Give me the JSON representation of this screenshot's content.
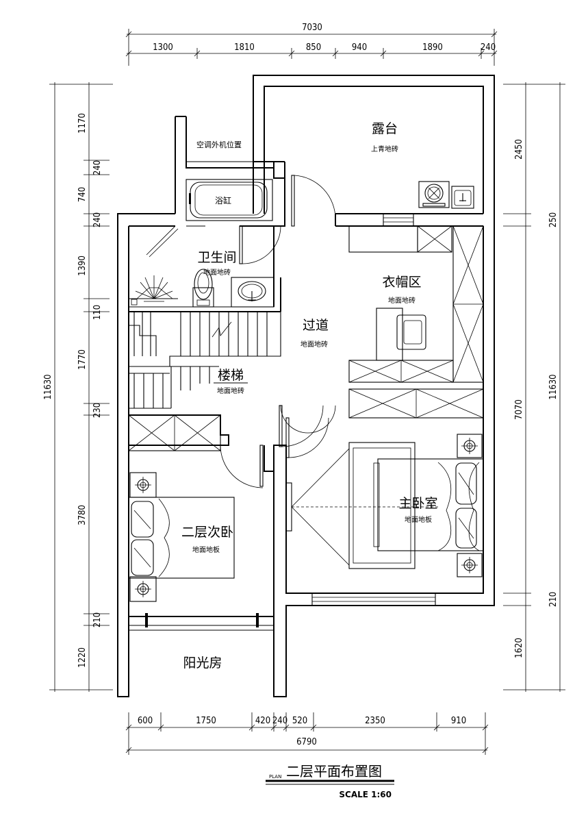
{
  "title": {
    "prefix": "PLAN",
    "text": "二层平面布置图",
    "scale": "SCALE 1:60"
  },
  "rooms": {
    "terrace": {
      "name": "露台",
      "floor": "上青地砖"
    },
    "ac_shelf": {
      "name": "空调外机位置"
    },
    "bathtub": {
      "name": "浴缸"
    },
    "bathroom": {
      "name": "卫生间",
      "floor": "地面地砖"
    },
    "cloakroom": {
      "name": "衣帽区",
      "floor": "地面地砖"
    },
    "corridor": {
      "name": "过道",
      "floor": "地面地砖"
    },
    "stairs": {
      "name": "楼梯",
      "floor": "地面地砖"
    },
    "master_bedroom": {
      "name": "主卧室",
      "floor": "地面地板"
    },
    "second_bedroom": {
      "name": "二层次卧",
      "floor": "地面地板"
    },
    "sunroom": {
      "name": "阳光房"
    }
  },
  "dimensions": {
    "top_total": "7030",
    "top_segments": [
      "1300",
      "1810",
      "850",
      "940",
      "1890",
      "240"
    ],
    "bottom_total": "6790",
    "bottom_segments": [
      "600",
      "1750",
      "420",
      "240",
      "520",
      "2350",
      "910"
    ],
    "left_total": "11630",
    "left_segments": [
      "1170",
      "240",
      "740",
      "240",
      "1390",
      "110",
      "1770",
      "230",
      "3780",
      "210",
      "1220"
    ],
    "right_total": "11630",
    "right_segments": [
      "2450",
      "250",
      "7070",
      "210",
      "1620"
    ]
  }
}
